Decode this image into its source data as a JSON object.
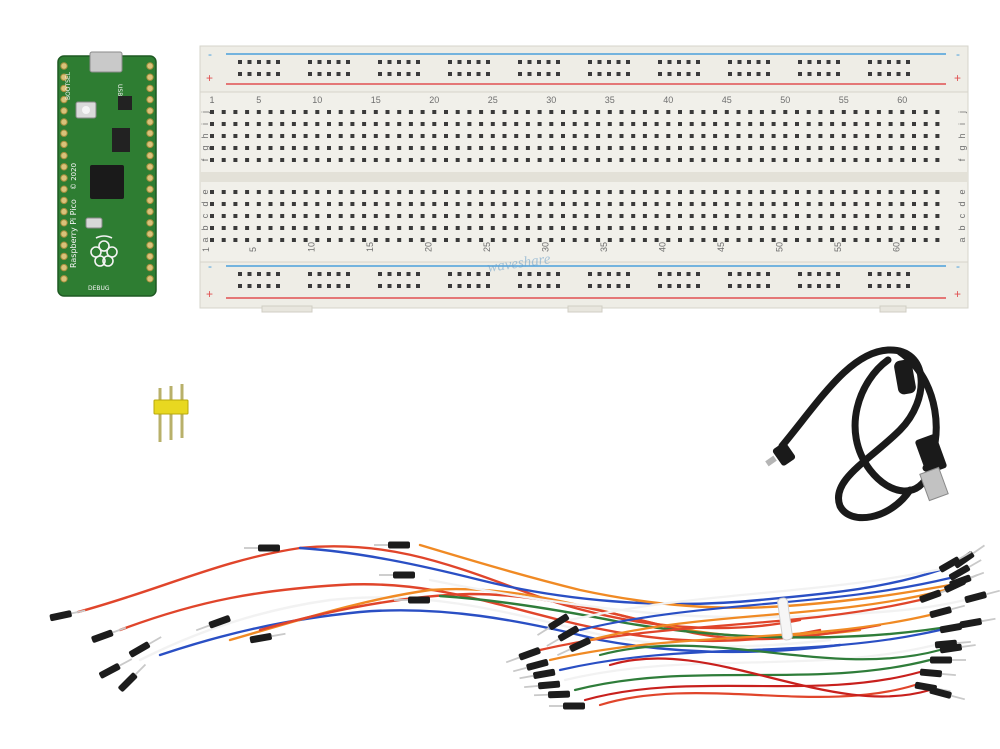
{
  "pico": {
    "model_text": "Raspberry Pi Pico",
    "copyright_text": "© 2020",
    "bootsel_text": "BOOTSEL",
    "usb_text": "USB",
    "debug_text": "DEBUG",
    "board_color": "#2e7d32"
  },
  "breadboard": {
    "column_numbers": [
      "1",
      "5",
      "10",
      "15",
      "20",
      "25",
      "30",
      "35",
      "40",
      "45",
      "50",
      "55",
      "60"
    ],
    "row_letters_top": [
      "j",
      "i",
      "h",
      "g",
      "f"
    ],
    "row_letters_bottom": [
      "e",
      "d",
      "c",
      "b",
      "a"
    ],
    "plus_sign": "+",
    "minus_sign": "-",
    "rail_red": "#e05050",
    "rail_blue": "#4aa0dc"
  },
  "watermark": "waveshare",
  "colors": {
    "background": "#ffffff",
    "header_pin_plastic": "#e8d820",
    "cable": "#1a1a1a",
    "wire_colors": [
      "#e0452b",
      "#f08a24",
      "#2a4fc4",
      "#f2f2f2",
      "#2f7d3a",
      "#c8201d"
    ]
  }
}
